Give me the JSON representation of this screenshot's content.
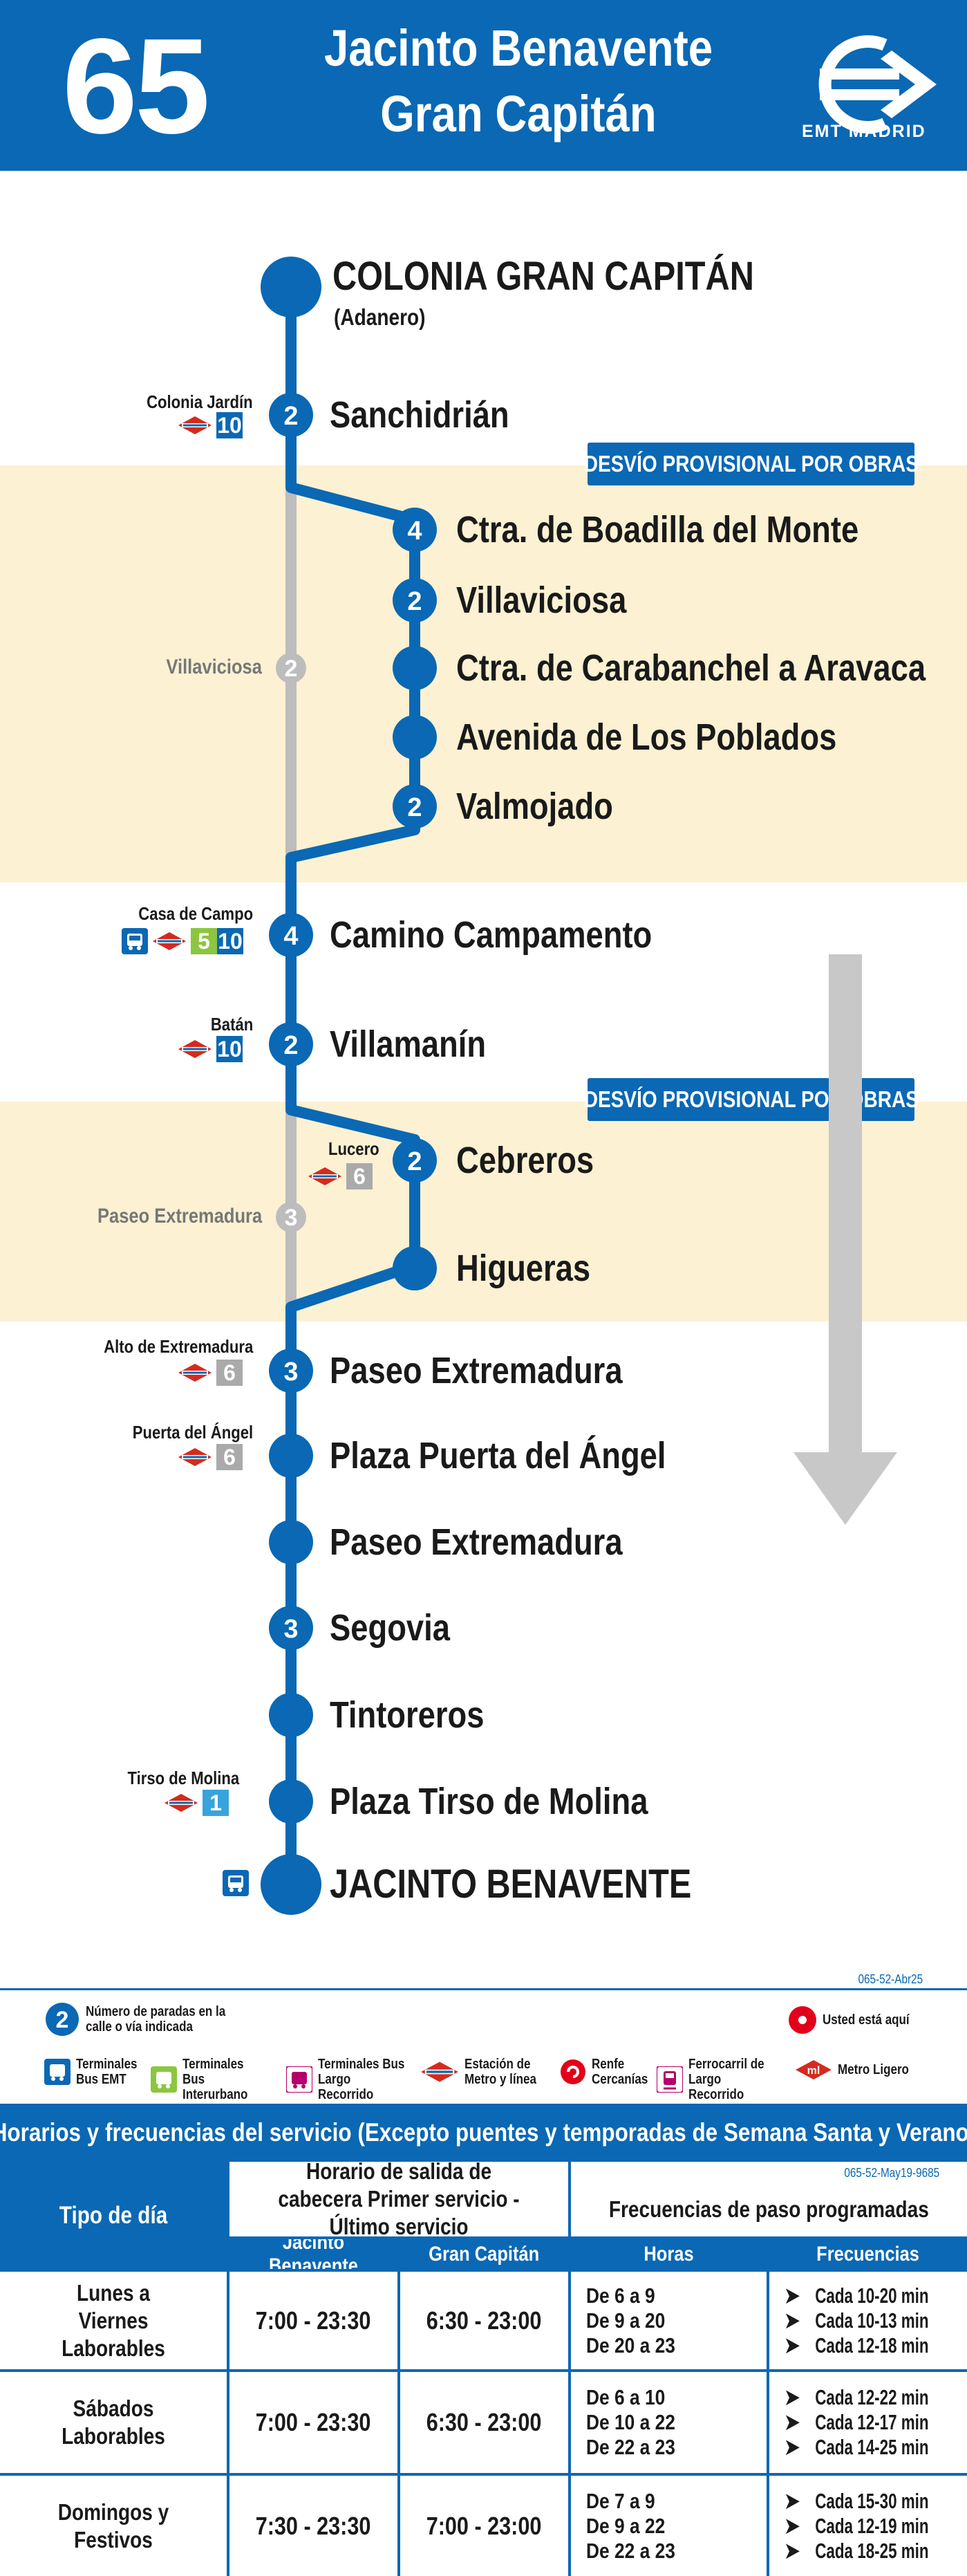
{
  "header": {
    "line_number": "65",
    "title_line1": "Jacinto Benavente",
    "title_line2": "Gran Capitán",
    "logo_text": "EMT MADRID"
  },
  "detour_label": "DESVÍO PROVISIONAL POR OBRAS",
  "stops": [
    {
      "name": "COLONIA GRAN CAPITÁN",
      "sub": "(Adanero)"
    },
    {
      "name": "Sanchidrián",
      "count": "2",
      "conn_name": "Colonia Jardín",
      "conn_line": "10"
    },
    {
      "name": "Ctra. de Boadilla del Monte",
      "count": "4"
    },
    {
      "name": "Villaviciosa",
      "count": "2"
    },
    {
      "name": "Ctra. de Carabanchel a Aravaca"
    },
    {
      "name": "Avenida de Los Poblados"
    },
    {
      "name": "Valmojado",
      "count": "2"
    },
    {
      "name": "Camino Campamento",
      "count": "4",
      "conn_name": "Casa de Campo",
      "conn_line_a": "5",
      "conn_line_b": "10"
    },
    {
      "name": "Villamanín",
      "count": "2",
      "conn_name": "Batán",
      "conn_line": "10"
    },
    {
      "name": "Cebreros",
      "count": "2",
      "conn_name": "Lucero",
      "conn_line": "6"
    },
    {
      "name": "Higueras"
    },
    {
      "name": "Paseo Extremadura",
      "count": "3",
      "conn_name": "Alto de Extremadura",
      "conn_line": "6"
    },
    {
      "name": "Plaza Puerta del Ángel",
      "conn_name": "Puerta del Ángel",
      "conn_line": "6"
    },
    {
      "name": "Paseo Extremadura"
    },
    {
      "name": "Segovia",
      "count": "3"
    },
    {
      "name": "Tintoreros"
    },
    {
      "name": "Plaza Tirso de Molina",
      "conn_name": "Tirso de Molina",
      "conn_line": "1"
    },
    {
      "name": "JACINTO BENAVENTE"
    }
  ],
  "original_route": [
    {
      "name": "Villaviciosa",
      "count": "2"
    },
    {
      "name": "Paseo Extremadura",
      "count": "3"
    }
  ],
  "map_code": "065-52-Abr25",
  "legend": {
    "stops_count": "Número de paradas en la calle o vía indicada",
    "stops_count_example": "2",
    "you_are_here": "Usted está aquí",
    "items": [
      "Terminales Bus EMT",
      "Terminales Bus Interurbano",
      "Terminales Bus Largo Recorrido",
      "Estación de Metro y línea",
      "Renfe Cercanías",
      "Ferrocarril de Largo Recorrido",
      "Metro Ligero"
    ]
  },
  "timetable": {
    "title": "Horarios y frecuencias del servicio (Excepto puentes y temporadas de Semana Santa y Verano)",
    "code": "065-52-May19-9685",
    "col_day_type": "Tipo de día",
    "col_schedule": "Horario de salida de cabecera Primer servicio - Último servicio",
    "col_schedule_a": "Jacinto Benavente",
    "col_schedule_b": "Gran Capitán",
    "col_freq": "Frecuencias de paso programadas",
    "col_hours": "Horas",
    "col_freqs": "Frecuencias",
    "rows": [
      {
        "day": "Lunes a Viernes Laborables",
        "a": "7:00 - 23:30",
        "b": "6:30 - 23:00",
        "hours": [
          "De 6 a 9",
          "De 9 a 20",
          "De 20 a 23"
        ],
        "freqs": [
          "Cada 10-20 min",
          "Cada  10-13 min",
          "Cada 12-18 min"
        ]
      },
      {
        "day": "Sábados Laborables",
        "a": "7:00 - 23:30",
        "b": "6:30 - 23:00",
        "hours": [
          "De 6 a 10",
          "De 10 a 22",
          "De 22 a 23"
        ],
        "freqs": [
          "Cada 12-22 min",
          "Cada 12-17 min",
          "Cada 14-25 min"
        ]
      },
      {
        "day": "Domingos y Festivos",
        "a": "7:30 - 23:30",
        "b": "7:00 - 23:00",
        "hours": [
          "De 7 a 9",
          "De 9 a 22",
          "De 22 a 23"
        ],
        "freqs": [
          "Cada 15-30 min",
          "Cada 12-19 min",
          "Cada 18-25 min"
        ]
      }
    ]
  },
  "colors": {
    "brand": "#0a68b4",
    "detour_bg": "#fcf1d2",
    "metro_red": "#d52b1e",
    "line_1": "#38a3dc",
    "line_5": "#8cc63f",
    "line_6": "#aaaaaa",
    "line_10": "#0a68b4"
  }
}
